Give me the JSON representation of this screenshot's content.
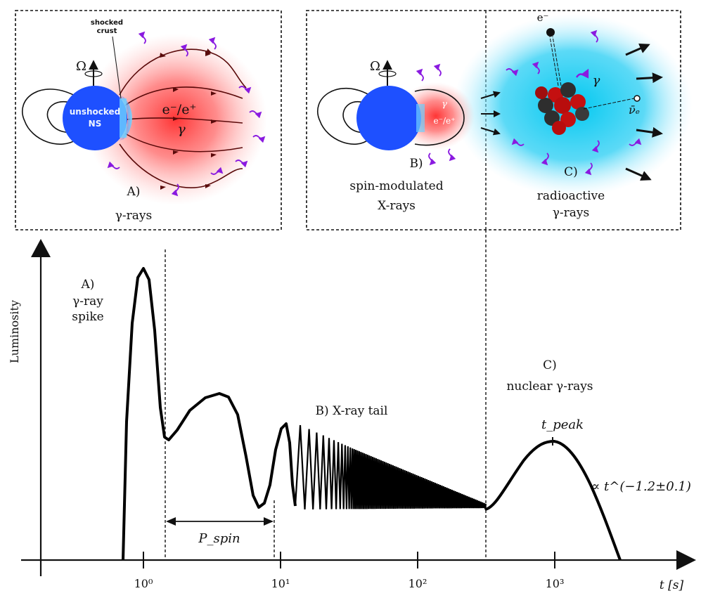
{
  "panel_a": {
    "shocked_crust_1": "shocked",
    "shocked_crust_2": "crust",
    "omega": "Ω",
    "ns_1": "unshocked",
    "ns_2": "NS",
    "pair": "e⁻/e⁺",
    "gamma": "γ",
    "label_1": "A)",
    "label_2": "γ-rays"
  },
  "panel_b": {
    "omega": "Ω",
    "gamma": "γ",
    "pair": "e⁻/e⁺",
    "label_1": "B)",
    "label_2": "spin-modulated",
    "label_3": "X-rays"
  },
  "panel_c": {
    "electron": "e⁻",
    "gamma": "γ",
    "neutrino": "ν̄ₑ",
    "label_1": "C)",
    "label_2": "radioactive",
    "label_3": "γ-rays"
  },
  "plot": {
    "ylabel": "Luminosity",
    "xlabel": "t [s]",
    "ticks": [
      "10⁰",
      "10¹",
      "10²",
      "10³"
    ],
    "a_1": "A)",
    "a_2": "γ-ray",
    "a_3": "spike",
    "b_1": "B) X-ray tail",
    "c_1": "C)",
    "c_2": "nuclear γ-rays",
    "tpeak": "t_peak",
    "pspin": "P_spin",
    "decay": "∝ t^(−1.2±0.1)"
  }
}
